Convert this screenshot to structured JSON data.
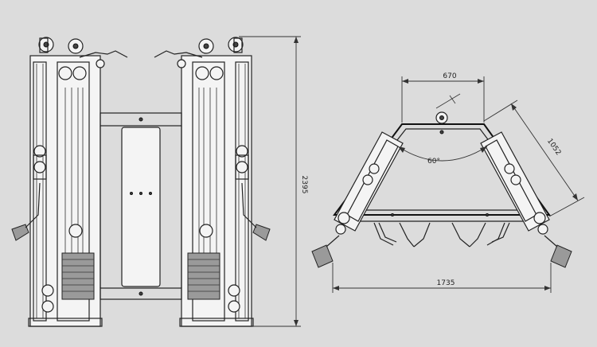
{
  "front_view": {
    "height_label": "2395"
  },
  "top_view": {
    "width_top_label": "670",
    "side_label": "1052",
    "angle_label": "60°",
    "width_bottom_label": "1735"
  }
}
